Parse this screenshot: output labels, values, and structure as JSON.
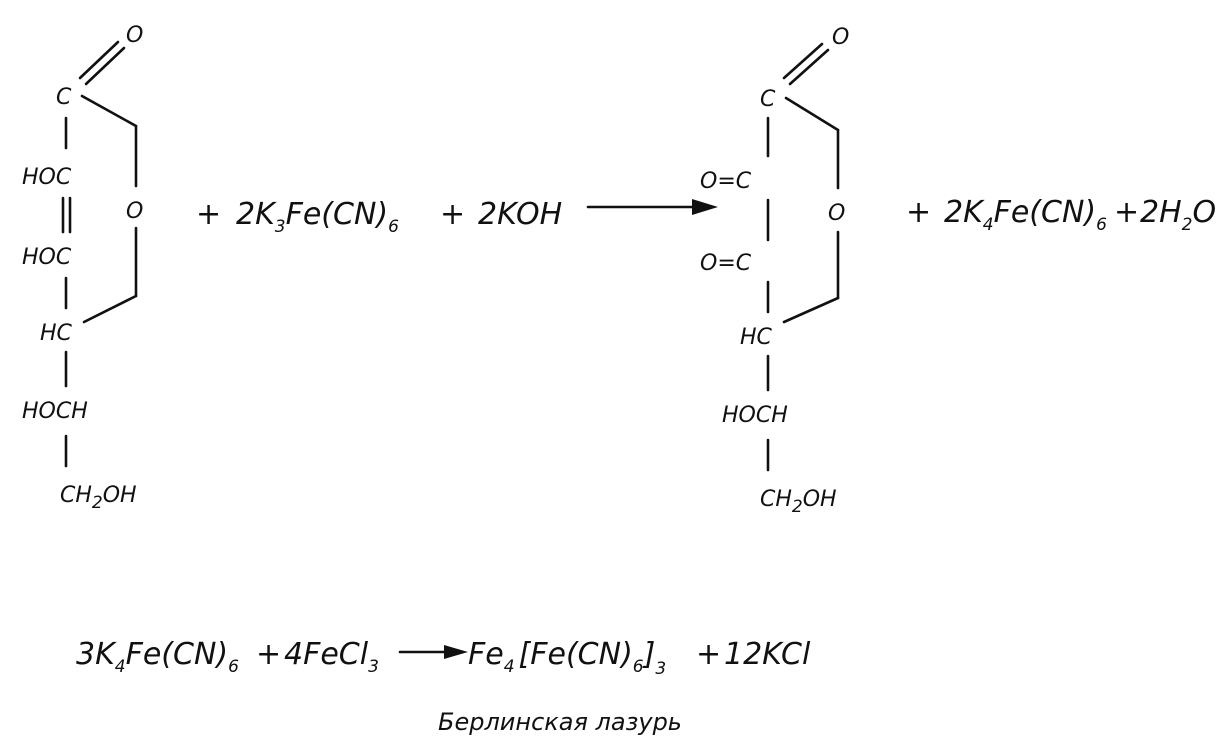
{
  "reactant": {
    "o_top": "O",
    "c1": "C",
    "c2": "HOC",
    "c3": "HOC",
    "ring_o": "O",
    "c4": "HC",
    "c5": "HOCH",
    "c6_pre": "CH",
    "c6_sub": "2",
    "c6_post": "OH"
  },
  "reagents": {
    "plus1": "+",
    "ferri_coef": "2K",
    "ferri_k_sub": "3",
    "ferri_mid": "Fe(CN)",
    "ferri_sub": "6",
    "plus2": "+",
    "koh": "2KOH"
  },
  "product": {
    "o_top": "O",
    "c1": "C",
    "c2": "O=C",
    "c3": "O=C",
    "ring_o": "O",
    "c4": "HC",
    "c5": "HOCH",
    "c6_pre": "CH",
    "c6_sub": "2",
    "c6_post": "OH"
  },
  "byproducts": {
    "plus1": "+",
    "ferro_coef": "2K",
    "ferro_k_sub": "4",
    "ferro_mid": "Fe(CN)",
    "ferro_sub": "6",
    "plus2": "+",
    "water_pre": "2H",
    "water_sub": "2",
    "water_post": "O"
  },
  "equation2": {
    "lhs1_coef": "3K",
    "lhs1_k_sub": "4",
    "lhs1_mid": "Fe(CN)",
    "lhs1_sub": "6",
    "plus1": "+",
    "lhs2_pre": "4FeCl",
    "lhs2_sub": "3",
    "prod_fe": "Fe",
    "prod_fe_sub": "4",
    "prod_open": "[",
    "prod_mid": "Fe(CN)",
    "prod_mid_sub": "6",
    "prod_close": "]",
    "prod_close_sub": "3",
    "plus2": "+",
    "kcl": "12KCl"
  },
  "caption": "Берлинская лазурь"
}
